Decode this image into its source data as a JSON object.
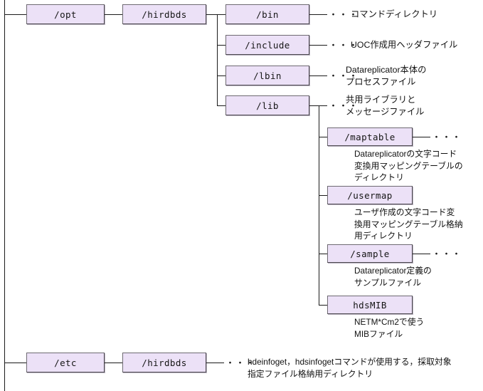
{
  "diagram": {
    "title": "Datareplicator directory tree",
    "box_fill": "#ece1f7",
    "box_border": "#6e6a72",
    "line_color": "#1b1b1b",
    "ellipsis": "・・・",
    "nodes": {
      "opt": "/opt",
      "opt_hirdbds": "/hirdbds",
      "bin": "/bin",
      "include": "/include",
      "lbin": "/lbin",
      "lib": "/lib",
      "maptable": "/maptable",
      "usermap": "/usermap",
      "sample": "/sample",
      "hdsmib": "hdsMIB",
      "etc": "/etc",
      "etc_hirdbds": "/hirdbds"
    },
    "descriptions": {
      "bin": "コマンドディレクトリ",
      "include": "UOC作成用ヘッダファイル",
      "lbin": "Datareplicator本体の\nプロセスファイル",
      "lib": "共用ライブラリと\nメッセージファイル",
      "maptable": "Datareplicatorの文字コード\n変換用マッピングテーブルの\nディレクトリ",
      "usermap": "ユーザ作成の文字コード変\n換用マッピングテーブル格納\n用ディレクトリ",
      "sample": "Datareplicator定義の\nサンプルファイル",
      "hdsmib": "NETM*Cm2で使う\nMIBファイル",
      "etc_hirdbds": "hdeinfoget，hdsinfogetコマンドが使用する，採取対象\n指定ファイル格納用ディレクトリ"
    }
  }
}
